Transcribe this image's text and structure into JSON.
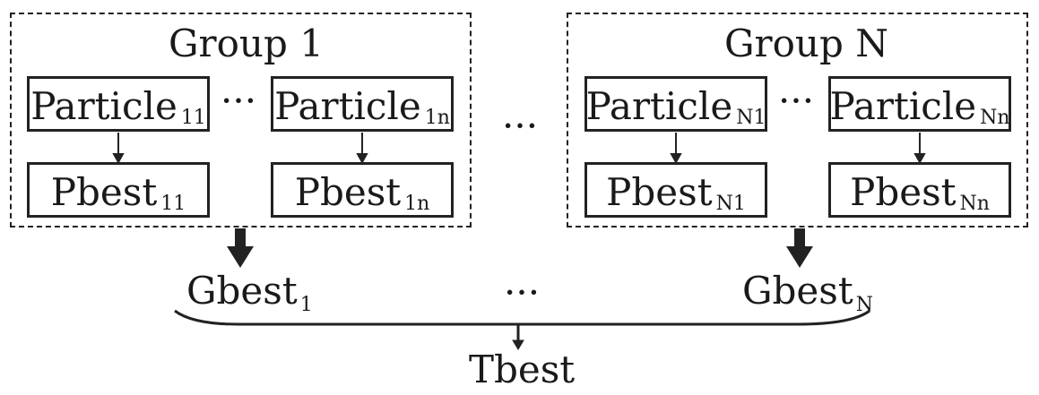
{
  "groups": [
    {
      "title": "Group 1",
      "particles": [
        {
          "label": "Particle",
          "sub": "11"
        },
        {
          "label": "Particle",
          "sub": "1n"
        }
      ],
      "pbests": [
        {
          "label": "Pbest",
          "sub": "11"
        },
        {
          "label": "Pbest",
          "sub": "1n"
        }
      ],
      "ellipsis": "···"
    },
    {
      "title": "Group N",
      "particles": [
        {
          "label": "Particle",
          "sub": "N1"
        },
        {
          "label": "Particle",
          "sub": "Nn"
        }
      ],
      "pbests": [
        {
          "label": "Pbest",
          "sub": "N1"
        },
        {
          "label": "Pbest",
          "sub": "Nn"
        }
      ],
      "ellipsis": "···"
    }
  ],
  "between_groups_ellipsis": "···",
  "gbest": [
    {
      "label": "Gbest",
      "sub": "1"
    },
    {
      "label": "Gbest",
      "sub": "N"
    }
  ],
  "gbest_ellipsis": "···",
  "tbest": "Tbest"
}
